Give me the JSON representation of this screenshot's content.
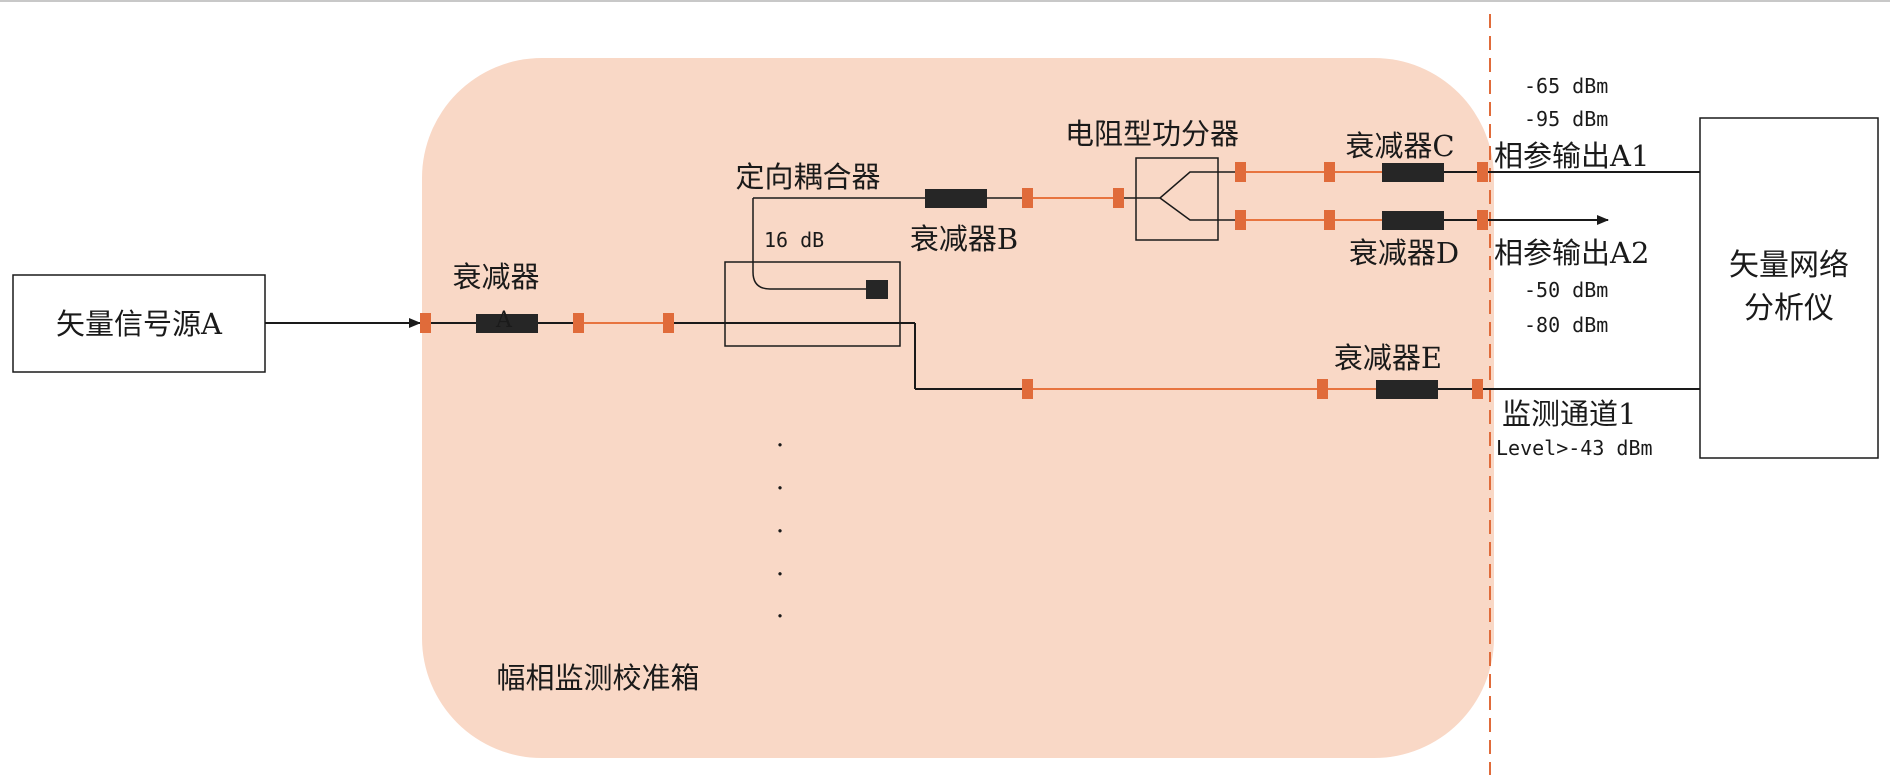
{
  "colors": {
    "calibration_box_fill": "#f9d8c6",
    "rf_line": "#e8743f",
    "connector": "#e06b3a",
    "attenuator": "#262626",
    "ink": "#1a1a1a",
    "boundary": "#e06b3a"
  },
  "diagram": {
    "source_label": "矢量信号源A",
    "vna_label_line1": "矢量网络",
    "vna_label_line2": "分析仪",
    "calibration_box_label": "幅相监测校准箱",
    "attenuator_label": "衰减器",
    "attenuator_a_letter": "A",
    "coupler_label": "定向耦合器",
    "coupling_value": "16 dB",
    "attenuator_b_label": "衰减器B",
    "splitter_label": "电阻型功分器",
    "attenuator_c_label": "衰减器C",
    "attenuator_d_label": "衰减器D",
    "attenuator_e_label": "衰减器E",
    "output_a1_label": "相参输出A1",
    "output_a2_label": "相参输出A2",
    "monitor_label": "监测通道1",
    "level_a1_1": "-65 dBm",
    "level_a1_2": "-95 dBm",
    "level_a2_1": "-50 dBm",
    "level_a2_2": "-80 dBm",
    "monitor_level": "Level>-43 dBm",
    "ellipsis_dots": [
      ".",
      ".",
      ".",
      ".",
      "."
    ]
  }
}
